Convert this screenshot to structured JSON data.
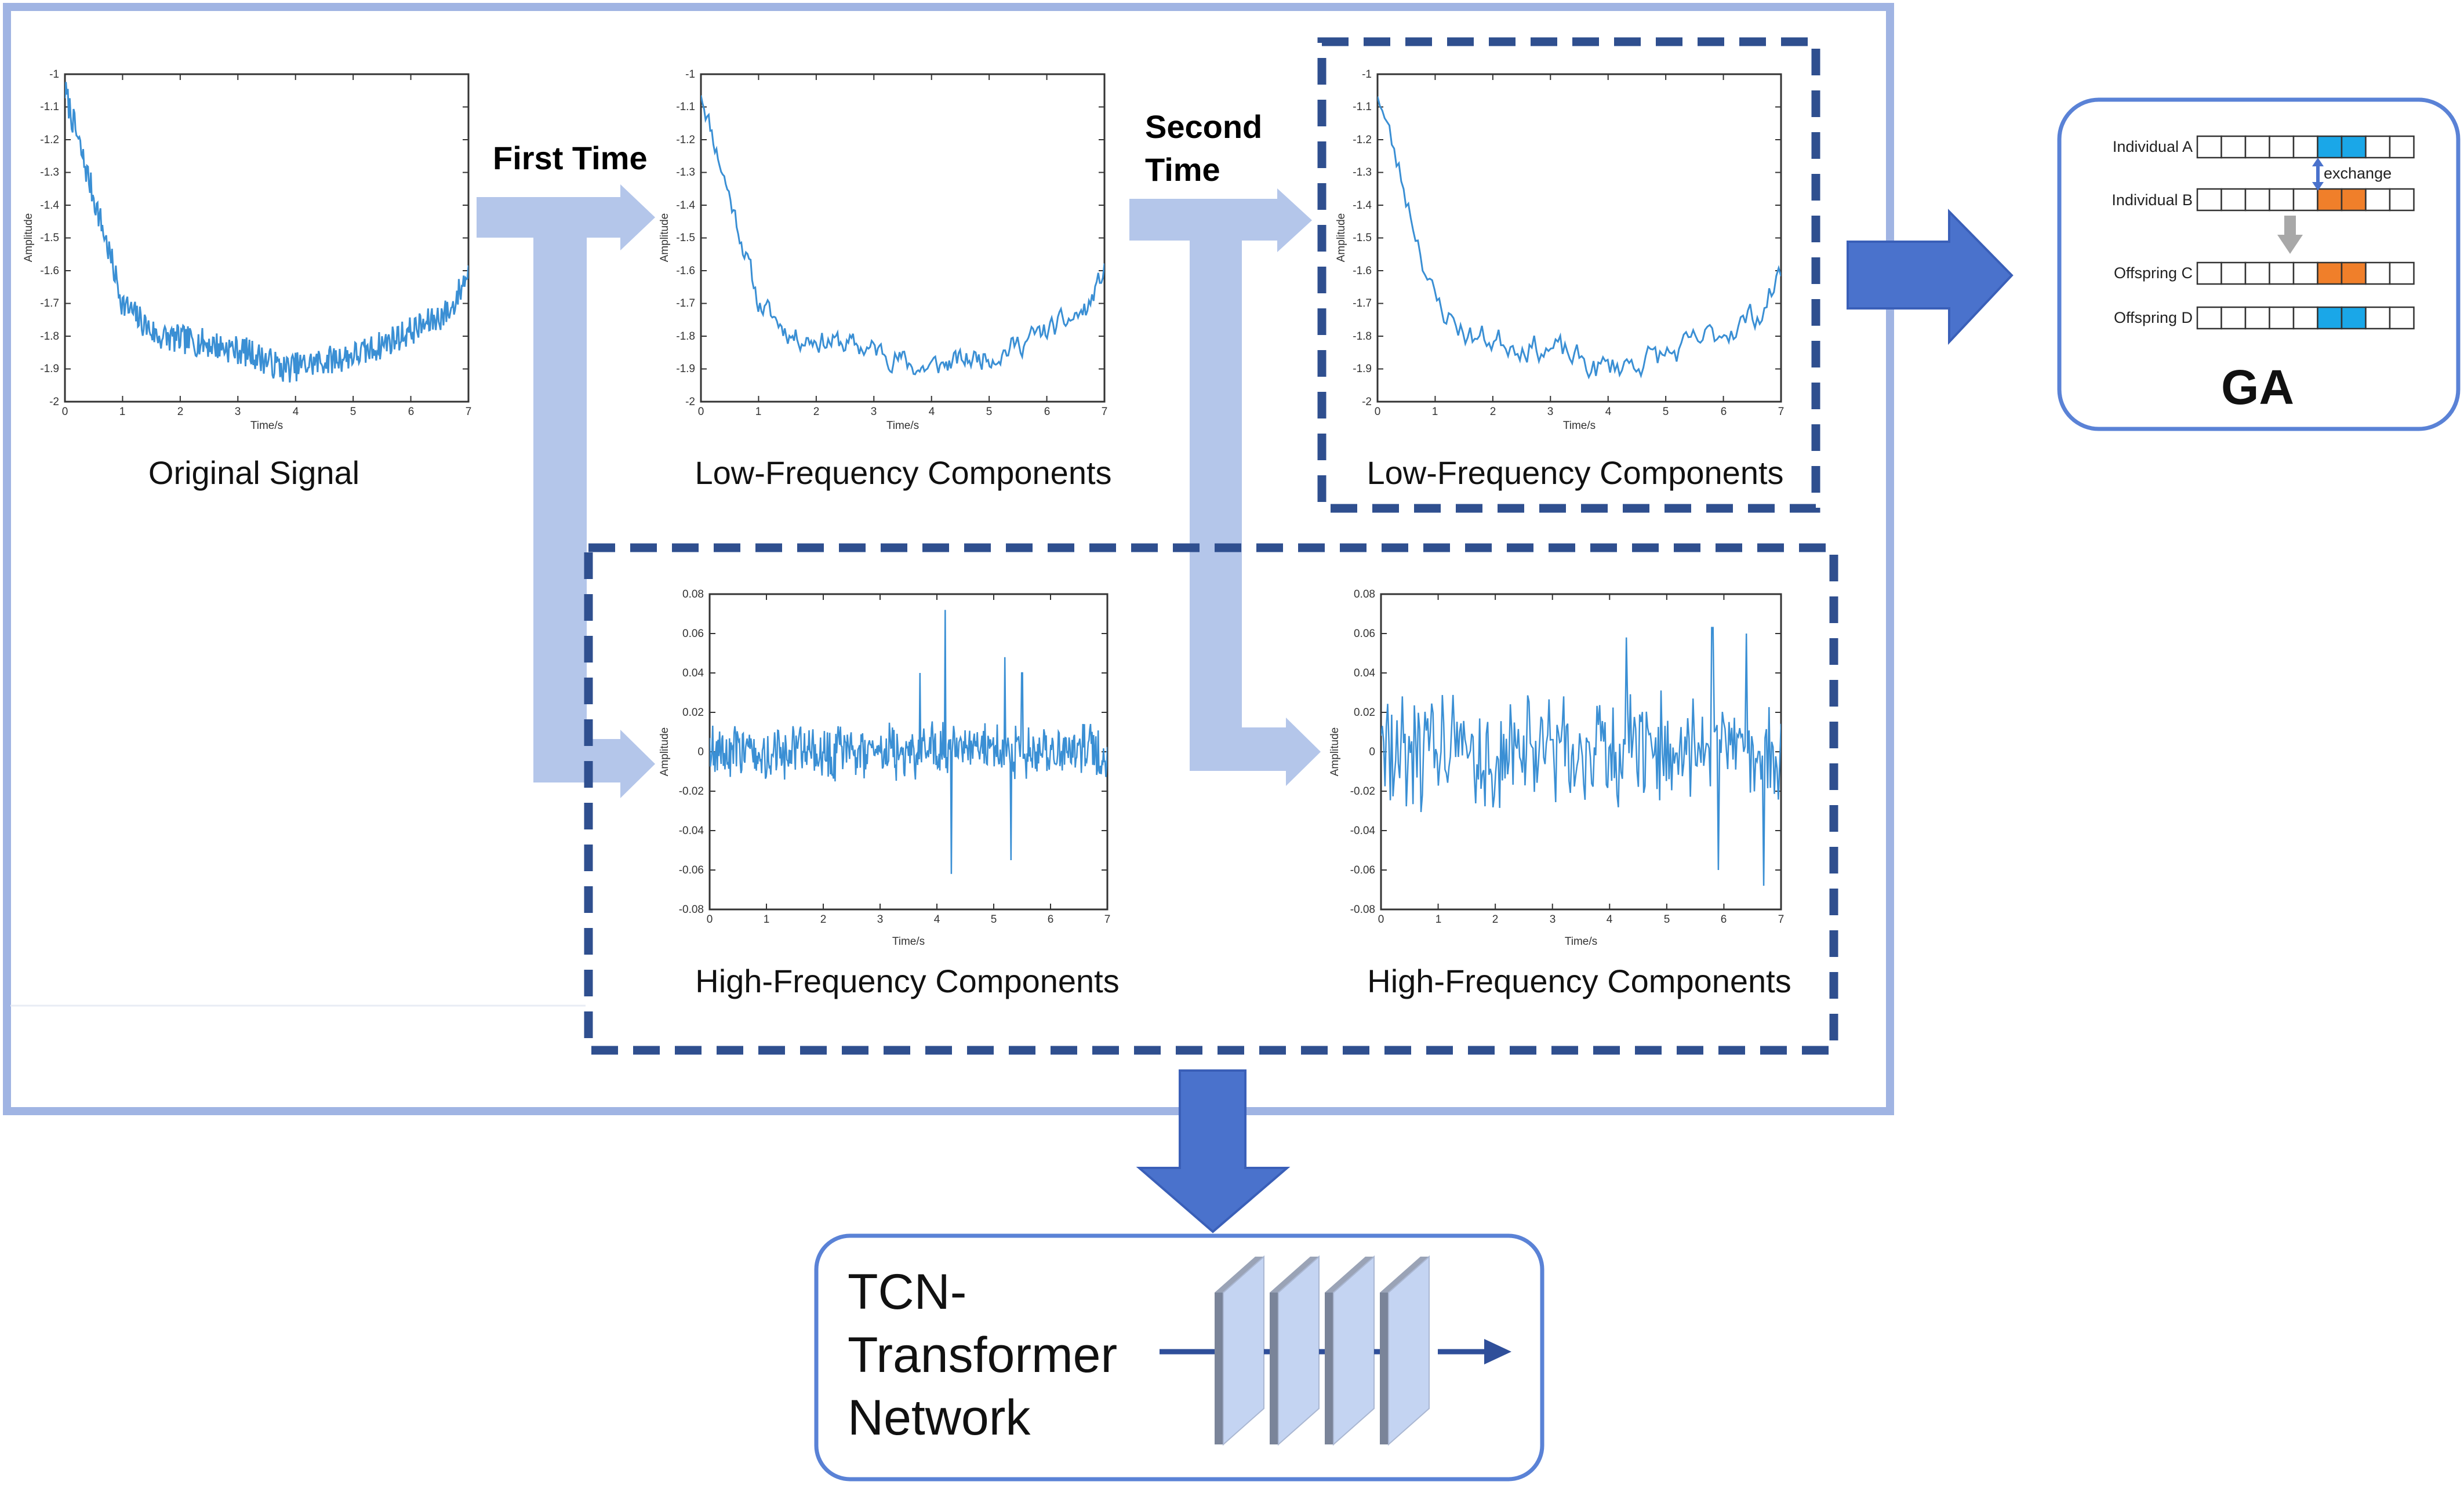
{
  "colors": {
    "frame_border": "#a0b4e3",
    "dash_border": "#2f4f8f",
    "pale_arrow": "#b4c6ea",
    "solid_arrow": "#4a72cc",
    "signal_line": "#3a8fd4",
    "ga_blue": "#1aa7e8",
    "ga_orange": "#f07f2a",
    "ga_grey_arrow": "#a8a8a8",
    "layer_face": "#c4d4f2",
    "layer_side": "#7a8499"
  },
  "steps": {
    "first_time": "First Time",
    "second_time_line1": "Second",
    "second_time_line2": "Time"
  },
  "plots": {
    "original": {
      "caption": "Original Signal",
      "ylabel": "Amplitude",
      "xlabel": "Time/s",
      "xticks": [
        "0",
        "1",
        "2",
        "3",
        "4",
        "5",
        "6",
        "7"
      ],
      "yticks": [
        "-1",
        "-1.1",
        "-1.2",
        "-1.3",
        "-1.4",
        "-1.5",
        "-1.6",
        "-1.7",
        "-1.8",
        "-1.9",
        "-2"
      ]
    },
    "low1": {
      "caption": "Low-Frequency Components",
      "ylabel": "Amplitude",
      "xlabel": "Time/s",
      "xticks": [
        "0",
        "1",
        "2",
        "3",
        "4",
        "5",
        "6",
        "7"
      ],
      "yticks": [
        "-1",
        "-1.1",
        "-1.2",
        "-1.3",
        "-1.4",
        "-1.5",
        "-1.6",
        "-1.7",
        "-1.8",
        "-1.9",
        "-2"
      ]
    },
    "low2": {
      "caption": "Low-Frequency Components",
      "ylabel": "Amplitude",
      "xlabel": "Time/s",
      "xticks": [
        "0",
        "1",
        "2",
        "3",
        "4",
        "5",
        "6",
        "7"
      ],
      "yticks": [
        "-1",
        "-1.1",
        "-1.2",
        "-1.3",
        "-1.4",
        "-1.5",
        "-1.6",
        "-1.7",
        "-1.8",
        "-1.9",
        "-2"
      ]
    },
    "high1": {
      "caption": "High-Frequency Components",
      "ylabel": "Amplitude",
      "xlabel": "Time/s",
      "xticks": [
        "0",
        "1",
        "2",
        "3",
        "4",
        "5",
        "6",
        "7"
      ],
      "yticks": [
        "0.08",
        "0.06",
        "0.04",
        "0.02",
        "0",
        "-0.02",
        "-0.04",
        "-0.06",
        "-0.08"
      ]
    },
    "high2": {
      "caption": "High-Frequency Components",
      "ylabel": "Amplitude",
      "xlabel": "Time/s",
      "xticks": [
        "0",
        "1",
        "2",
        "3",
        "4",
        "5",
        "6",
        "7"
      ],
      "yticks": [
        "0.08",
        "0.06",
        "0.04",
        "0.02",
        "0",
        "-0.02",
        "-0.04",
        "-0.06",
        "-0.08"
      ]
    }
  },
  "ga": {
    "title": "GA",
    "individual_a": "Individual A",
    "individual_b": "Individual B",
    "offspring_c": "Offspring C",
    "offspring_d": "Offspring D",
    "exchange": "exchange"
  },
  "network": {
    "line1": "TCN-",
    "line2": "Transformer",
    "line3": "Network"
  }
}
